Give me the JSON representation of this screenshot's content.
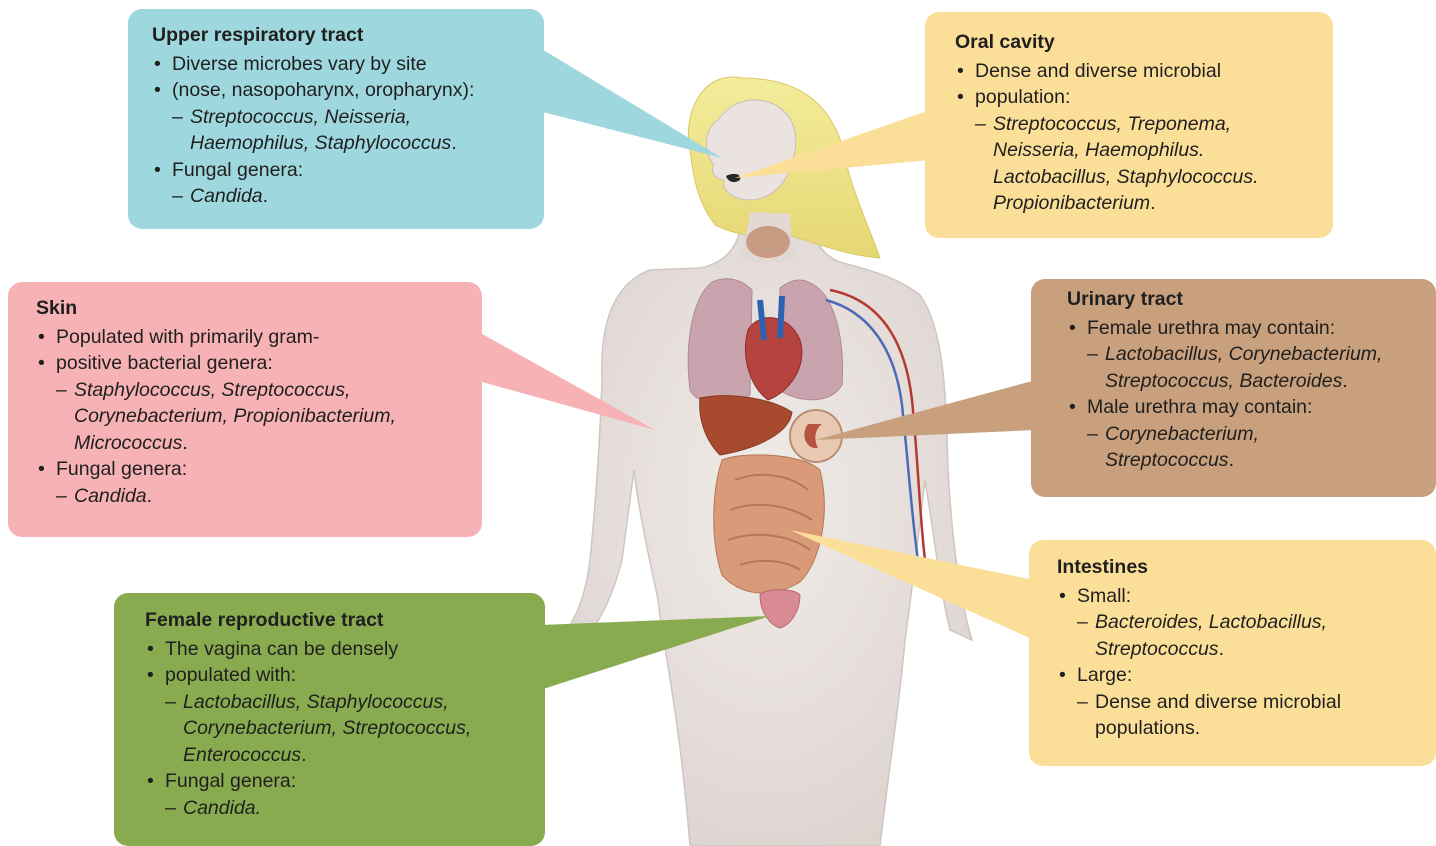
{
  "colors": {
    "upper_respiratory": "#9fd7de",
    "oral_cavity": "#fbdf98",
    "skin": "#f6b2b5",
    "urinary": "#c8a07e",
    "intestines": "#fbdf98",
    "female_reproductive": "#89ab50"
  },
  "upper": {
    "title": "Upper respiratory tract",
    "b1": "Diverse microbes vary by site",
    "b1b": "(nose, nasopoharynx, oropharynx):",
    "s1": "Streptococcus, Neisseria,",
    "s1b": "Haemophilus, Staphylococcus",
    "b2": "Fungal genera:",
    "s2": "Candida"
  },
  "oral": {
    "title": "Oral cavity",
    "b1": "Dense and diverse microbial",
    "b1b": "population:",
    "s1": "Streptococcus, Treponema,",
    "s1b": "Neisseria, Haemophilus.",
    "s1c": "Lactobacillus, Staphylococcus.",
    "s1d": "Propionibacterium"
  },
  "skin": {
    "title": "Skin",
    "b1": "Populated with primarily gram-",
    "b1b": "positive bacterial genera:",
    "s1": "Staphylococcus, Streptococcus,",
    "s1b": "Corynebacterium, Propionibacterium,",
    "s1c": "Micrococcus",
    "b2": "Fungal genera:",
    "s2": "Candida"
  },
  "urinary": {
    "title": "Urinary tract",
    "b1": "Female urethra may contain:",
    "s1": "Lactobacillus, Corynebacterium,",
    "s1b": "Streptococcus, Bacteroides",
    "b2": "Male urethra may contain:",
    "s2": "Corynebacterium,",
    "s2b": "Streptococcus"
  },
  "intestines": {
    "title": "Intestines",
    "b1": "Small:",
    "s1": "Bacteroides, Lactobacillus,",
    "s1b": "Streptococcus",
    "b2": "Large:",
    "s2": "Dense and diverse microbial",
    "s2b": "populations."
  },
  "female": {
    "title": "Female reproductive tract",
    "b1": "The vagina can be densely",
    "b1b": "populated with:",
    "s1": "Lactobacillus, Staphylococcus,",
    "s1b": "Corynebacterium, Streptococcus,",
    "s1c": "Enterococcus",
    "b2": "Fungal genera:",
    "s2": "Candida."
  }
}
